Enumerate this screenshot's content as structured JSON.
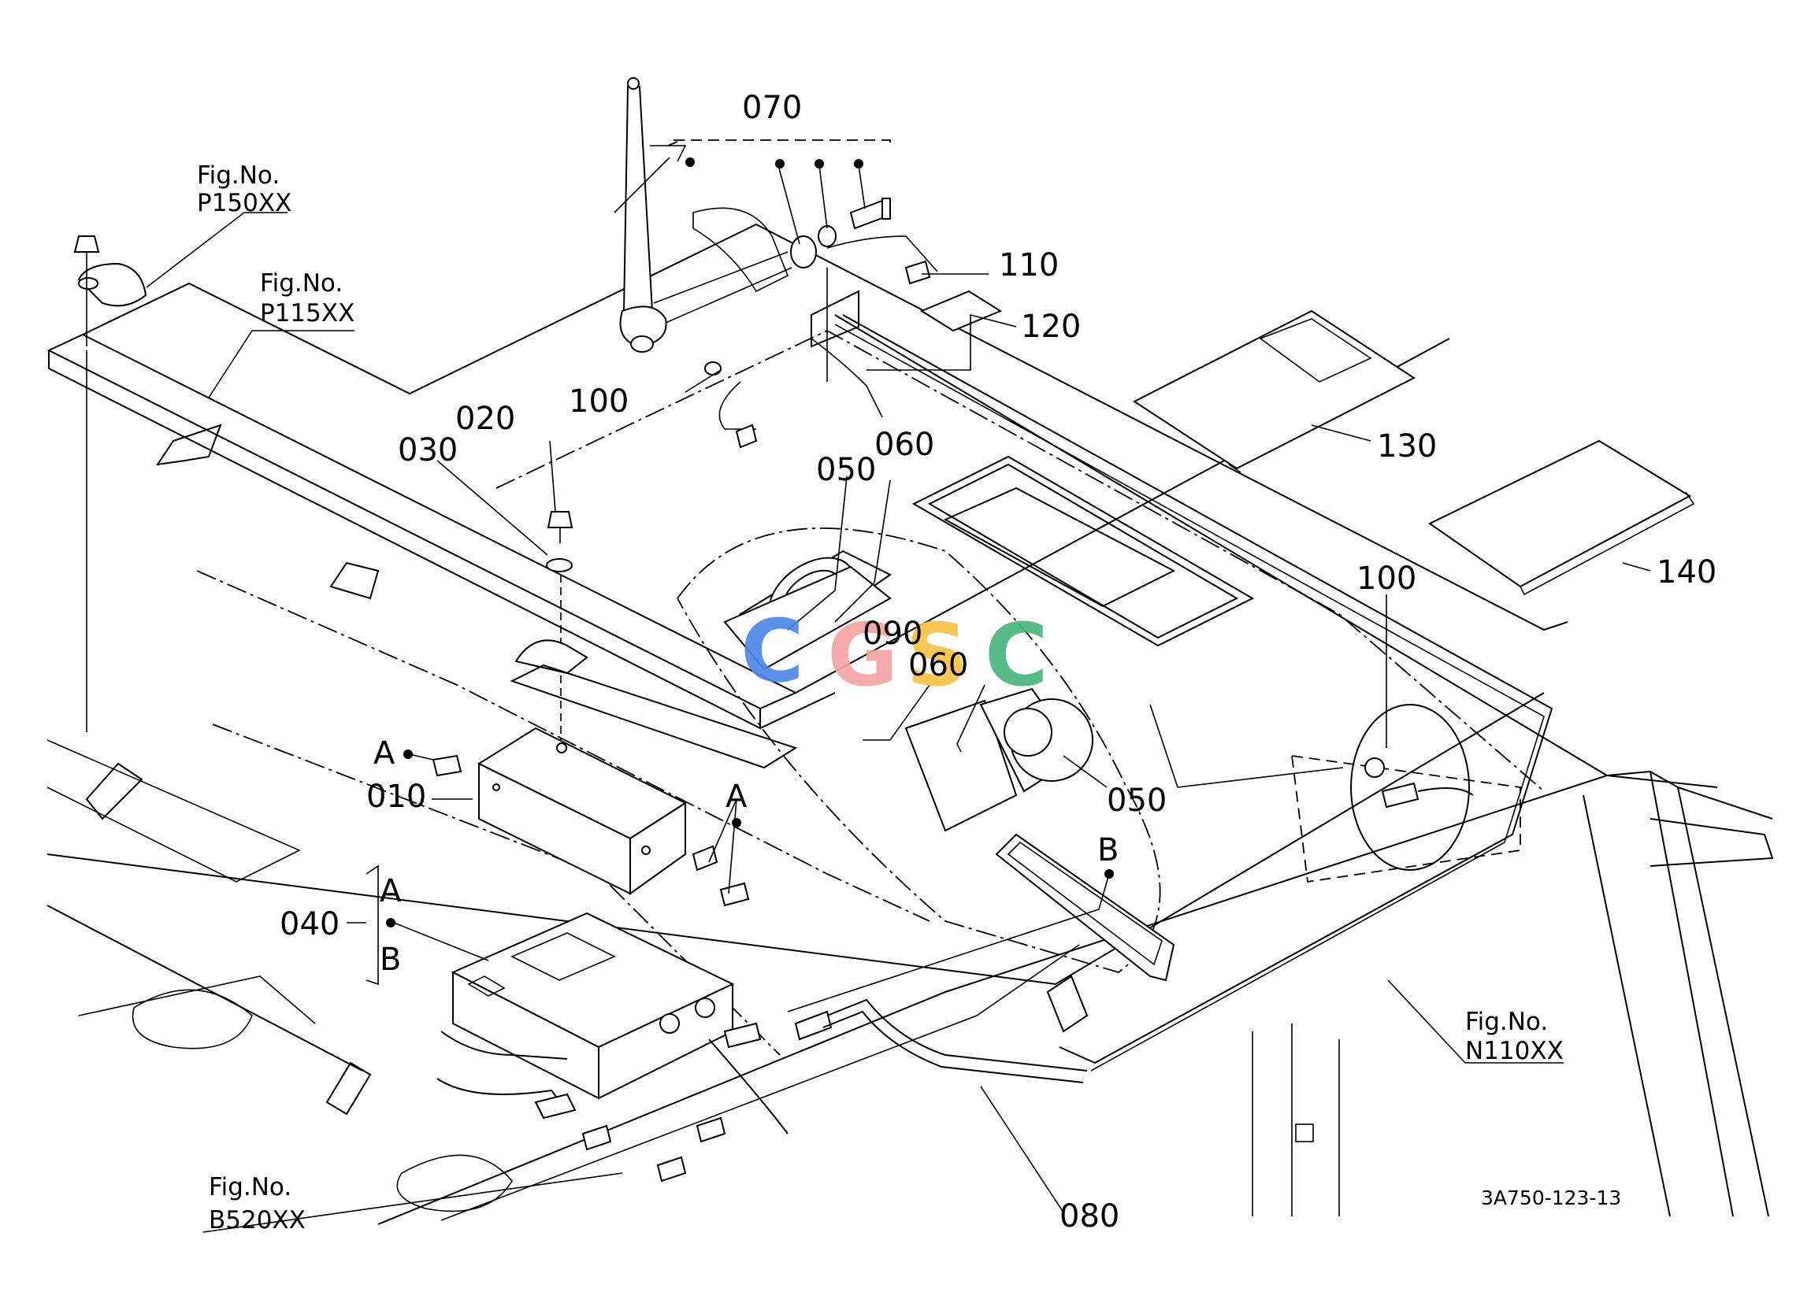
{
  "labels": {
    "p010": "010",
    "p020": "020",
    "p030": "030",
    "p040": "040",
    "p050a": "050",
    "p050b": "050",
    "p060a": "060",
    "p060b": "060",
    "p070": "070",
    "p080": "080",
    "p090": "090",
    "p100a": "100",
    "p100b": "100",
    "p110": "110",
    "p120": "120",
    "p130": "130",
    "p140": "140",
    "a1": "A",
    "a2": "A",
    "a3": "A",
    "b1": "B",
    "b2": "B"
  },
  "fig_refs": {
    "p150_title": "Fig.No.",
    "p150_code": "P150XX",
    "p115_title": "Fig.No.",
    "p115_code": "P115XX",
    "n110_title": "Fig.No.",
    "n110_code": "N110XX",
    "b520_title": "Fig.No.",
    "b520_code": "B520XX"
  },
  "drawing_number": "3A750-123-13",
  "watermark": {
    "text": "CGSC",
    "colors": [
      "#4a86e8",
      "#f4a3a3",
      "#f6c243",
      "#47b37a"
    ]
  }
}
